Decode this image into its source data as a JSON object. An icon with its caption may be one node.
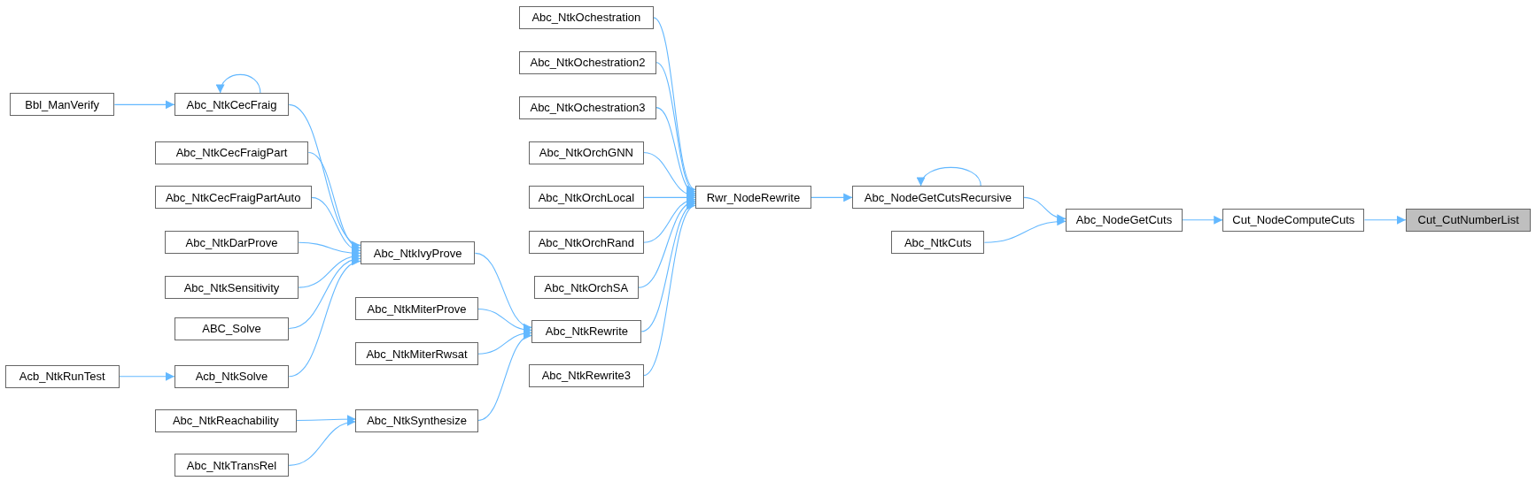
{
  "diagram": {
    "nodes": [
      {
        "text": [
          "Bbl_ManVerify"
        ]
      },
      {
        "text": [
          "Abc_NtkCecFraig"
        ]
      },
      {
        "text": [
          "Abc_NtkCecFraigPart"
        ]
      },
      {
        "text": [
          "Abc_NtkCecFraigPartAuto"
        ]
      },
      {
        "text": [
          "Abc_NtkDarProve"
        ]
      },
      {
        "text": [
          "Abc_NtkSensitivity"
        ]
      },
      {
        "text": [
          "ABC_Solve"
        ]
      },
      {
        "text": [
          "Acb_NtkRunTest"
        ]
      },
      {
        "text": [
          "Acb_NtkSolve"
        ]
      },
      {
        "text": [
          "Abc_NtkReachability"
        ]
      },
      {
        "text": [
          "Abc_NtkTransRel"
        ]
      },
      {
        "text": [
          "Abc_NtkIvyProve"
        ]
      },
      {
        "text": [
          "Abc_NtkMiterProve"
        ]
      },
      {
        "text": [
          "Abc_NtkMiterRwsat"
        ]
      },
      {
        "text": [
          "Abc_NtkSynthesize"
        ]
      },
      {
        "text": [
          "Abc_NtkOchestration"
        ]
      },
      {
        "text": [
          "Abc_NtkOchestration2"
        ]
      },
      {
        "text": [
          "Abc_NtkOchestration3"
        ]
      },
      {
        "text": [
          "Abc_NtkOrchGNN"
        ]
      },
      {
        "text": [
          "Abc_NtkOrchLocal"
        ]
      },
      {
        "text": [
          "Abc_NtkOrchRand"
        ]
      },
      {
        "text": [
          "Abc_NtkOrchSA"
        ]
      },
      {
        "text": [
          "Abc_NtkRewrite"
        ]
      },
      {
        "text": [
          "Abc_NtkRewrite3"
        ]
      },
      {
        "text": [
          "Rwr_NodeRewrite"
        ]
      },
      {
        "text": [
          "Abc_NodeGetCutsRecursive"
        ]
      },
      {
        "text": [
          "Abc_NtkCuts"
        ]
      },
      {
        "text": [
          "Abc_NodeGetCuts"
        ]
      },
      {
        "text": [
          "Cut_NodeComputeCuts"
        ]
      },
      {
        "text": [
          "Cut_CutNumberList"
        ]
      }
    ],
    "edges": [
      {
        "from": 0,
        "to": 1,
        "arrow": "to"
      },
      {
        "from": 1,
        "to": 1,
        "arrow": "to"
      },
      {
        "from": 1,
        "to": 11,
        "arrow": "to"
      },
      {
        "from": 2,
        "to": 11,
        "arrow": "to"
      },
      {
        "from": 3,
        "to": 11,
        "arrow": "to"
      },
      {
        "from": 4,
        "to": 11,
        "arrow": "to"
      },
      {
        "from": 5,
        "to": 11,
        "arrow": "to"
      },
      {
        "from": 6,
        "to": 11,
        "arrow": "to"
      },
      {
        "from": 8,
        "to": 11,
        "arrow": "to"
      },
      {
        "from": 7,
        "to": 8,
        "arrow": "to"
      },
      {
        "from": 9,
        "to": 14,
        "arrow": "to"
      },
      {
        "from": 10,
        "to": 14,
        "arrow": "to"
      },
      {
        "from": 11,
        "to": 22,
        "arrow": "to"
      },
      {
        "from": 12,
        "to": 22,
        "arrow": "to"
      },
      {
        "from": 13,
        "to": 22,
        "arrow": "to"
      },
      {
        "from": 14,
        "to": 22,
        "arrow": "to"
      },
      {
        "from": 15,
        "to": 24,
        "arrow": "to"
      },
      {
        "from": 16,
        "to": 24,
        "arrow": "to"
      },
      {
        "from": 17,
        "to": 24,
        "arrow": "to"
      },
      {
        "from": 18,
        "to": 24,
        "arrow": "to"
      },
      {
        "from": 19,
        "to": 24,
        "arrow": "to"
      },
      {
        "from": 20,
        "to": 24,
        "arrow": "to"
      },
      {
        "from": 21,
        "to": 24,
        "arrow": "to"
      },
      {
        "from": 22,
        "to": 24,
        "arrow": "to"
      },
      {
        "from": 23,
        "to": 24,
        "arrow": "to"
      },
      {
        "from": 24,
        "to": 25,
        "arrow": "to"
      },
      {
        "from": 25,
        "to": 25,
        "arrow": "to"
      },
      {
        "from": 25,
        "to": 27,
        "arrow": "to"
      },
      {
        "from": 26,
        "to": 27,
        "arrow": "to"
      },
      {
        "from": 27,
        "to": 28,
        "arrow": "to"
      },
      {
        "from": 28,
        "to": 29,
        "arrow": "to"
      }
    ]
  }
}
